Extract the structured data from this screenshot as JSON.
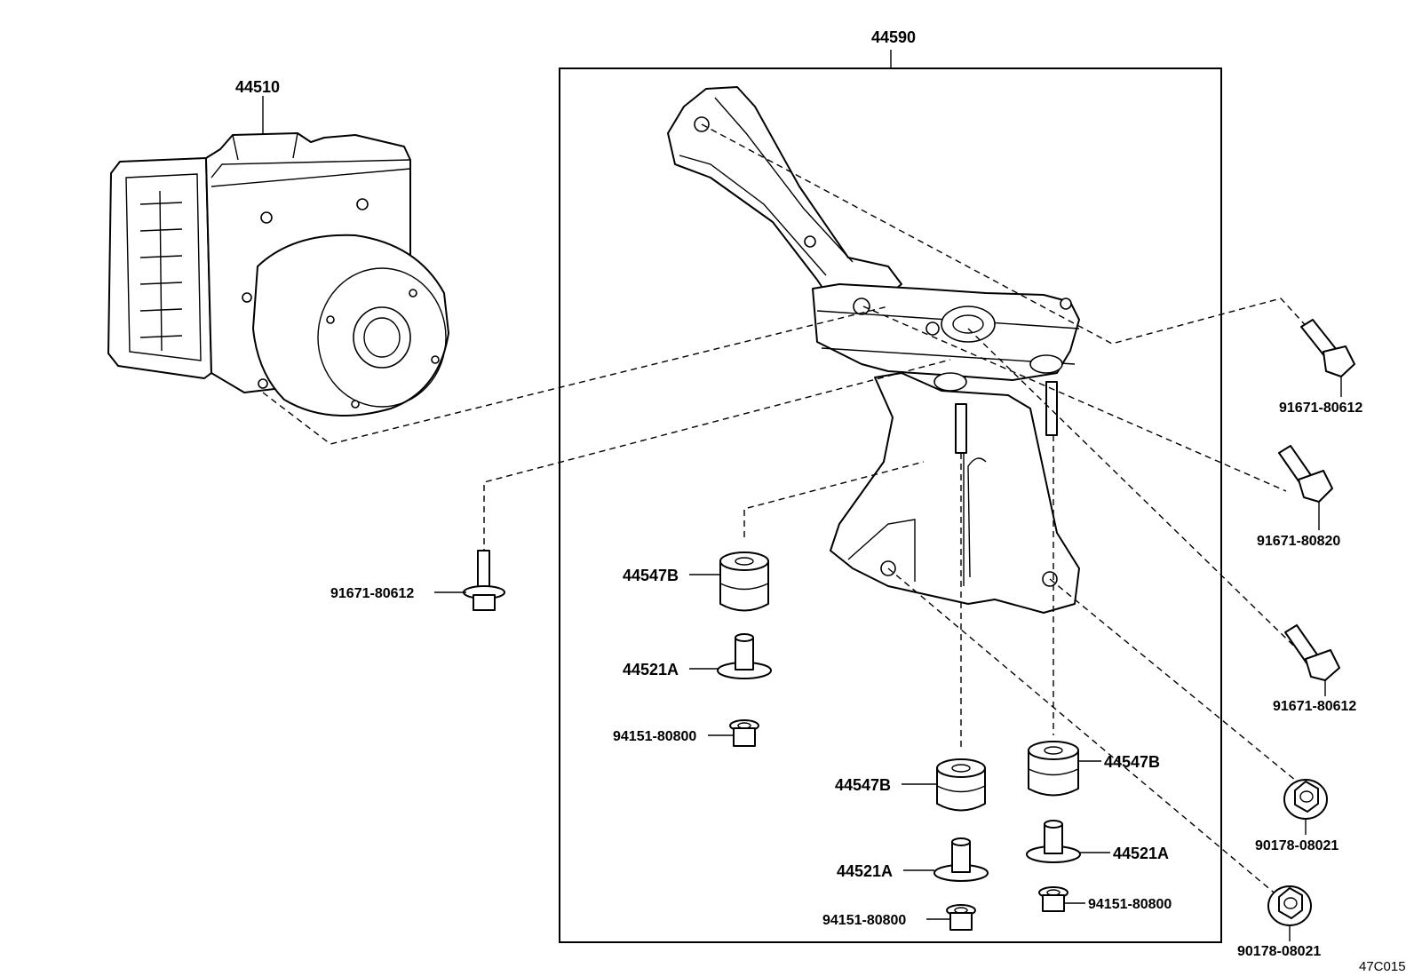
{
  "diagram": {
    "image_code": "47C015",
    "assembly_label": "44590",
    "callouts": {
      "actuator": "44510",
      "bolt_left": "91671-80612",
      "bolt_right_1": "91671-80612",
      "bolt_right_2": "91671-80820",
      "bolt_right_3": "91671-80612",
      "nut_right_1": "90178-08021",
      "nut_right_2": "90178-08021",
      "cushion_left": "44547B",
      "collar_left": "44521A",
      "nut_left": "94151-80800",
      "cushion_mid": "44547B",
      "collar_mid": "44521A",
      "nut_mid": "94151-80800",
      "cushion_right": "44547B",
      "collar_right": "44521A",
      "nut_rightbox": "94151-80800"
    }
  }
}
